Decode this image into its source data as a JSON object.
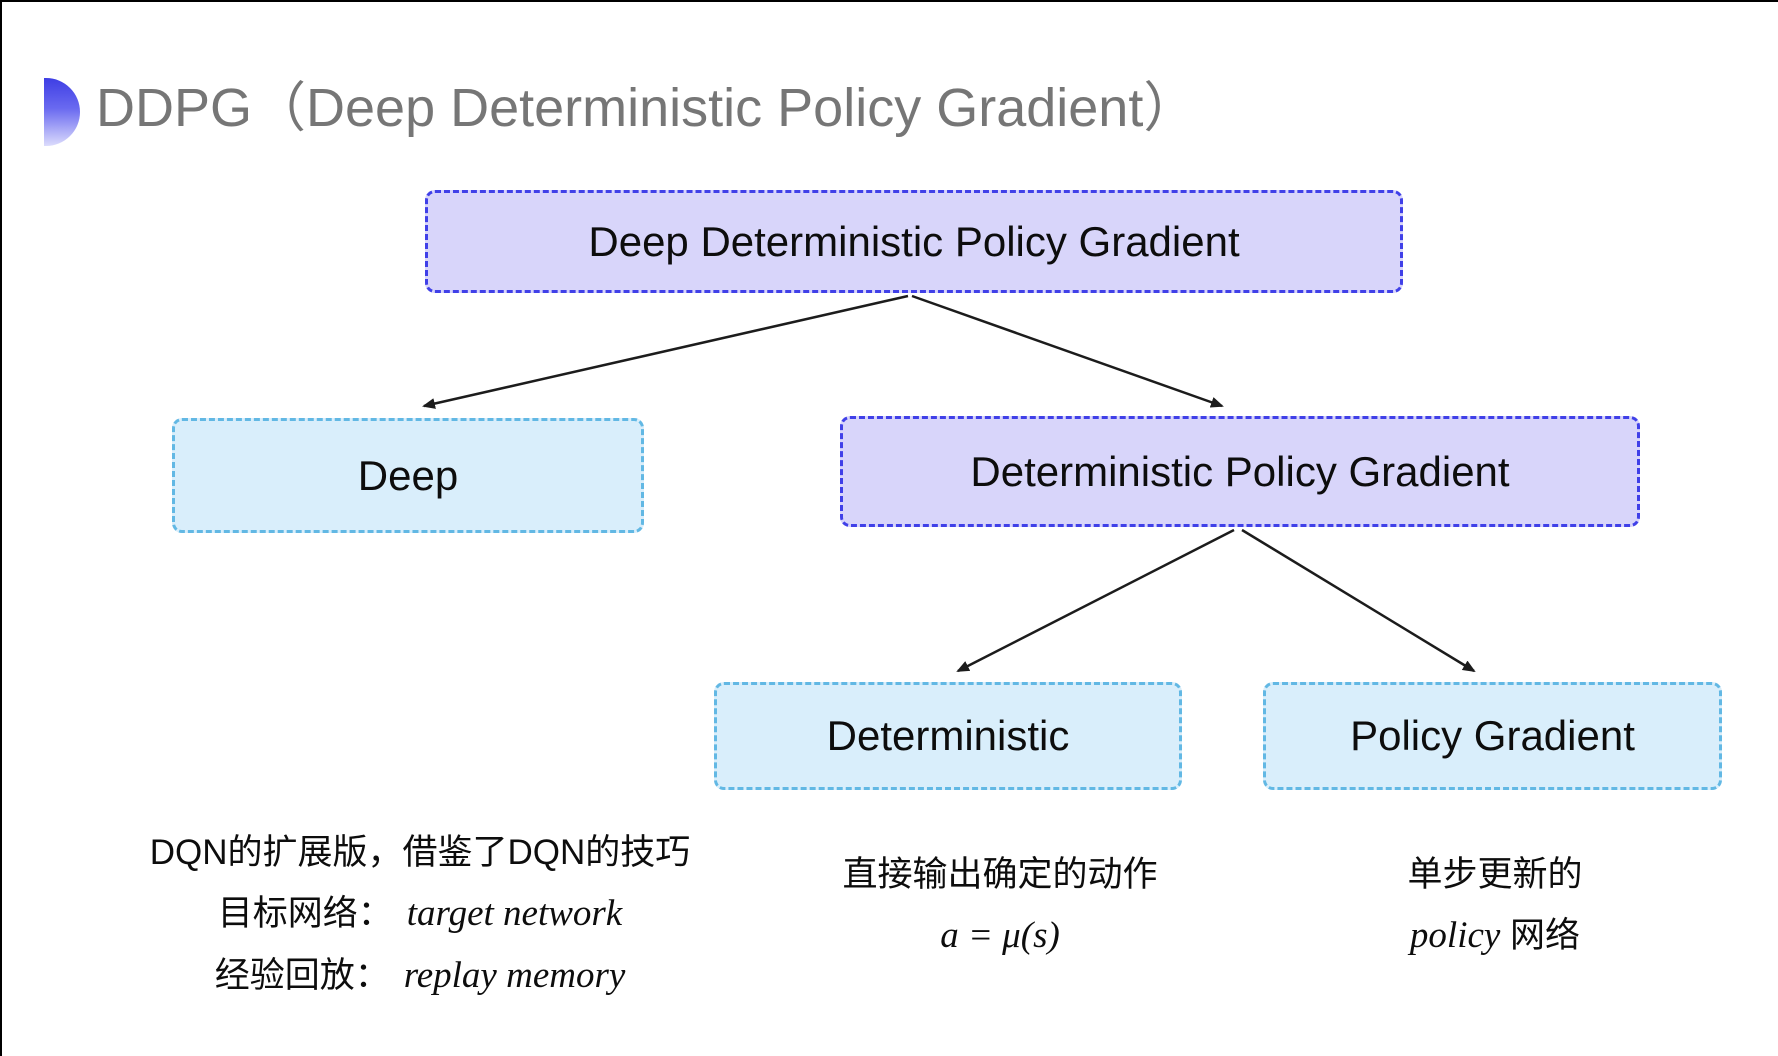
{
  "page": {
    "title_text": "DDPG（Deep Deterministic Policy Gradient）"
  },
  "colors": {
    "purple_fill": "#d8d5fa",
    "purple_border": "#4040e8",
    "cyan_fill": "#d9eefb",
    "cyan_border": "#62b8e4",
    "title_gray": "#767676",
    "arrow": "#1c1c1c",
    "bullet_gradient_top": "#3e3ee4",
    "bullet_gradient_bottom": "#dcdcfc"
  },
  "diagram": {
    "nodes": [
      {
        "id": "ddpg",
        "label": "Deep Deterministic Policy Gradient"
      },
      {
        "id": "deep",
        "label": "Deep"
      },
      {
        "id": "dpg",
        "label": "Deterministic Policy Gradient"
      },
      {
        "id": "deterministic",
        "label": "Deterministic"
      },
      {
        "id": "policy-gradient",
        "label": "Policy Gradient"
      }
    ]
  },
  "notes": {
    "deep": {
      "line1": "DQN的扩展版，借鉴了DQN的技巧",
      "target_label": "目标网络：",
      "target_value": "target network",
      "replay_label": "经验回放：",
      "replay_value": "replay memory"
    },
    "deterministic": {
      "line1": "直接输出确定的动作",
      "formula": "a = μ(s)"
    },
    "policy_gradient": {
      "line1": "单步更新的",
      "keyword": "policy",
      "suffix": " 网络"
    }
  }
}
